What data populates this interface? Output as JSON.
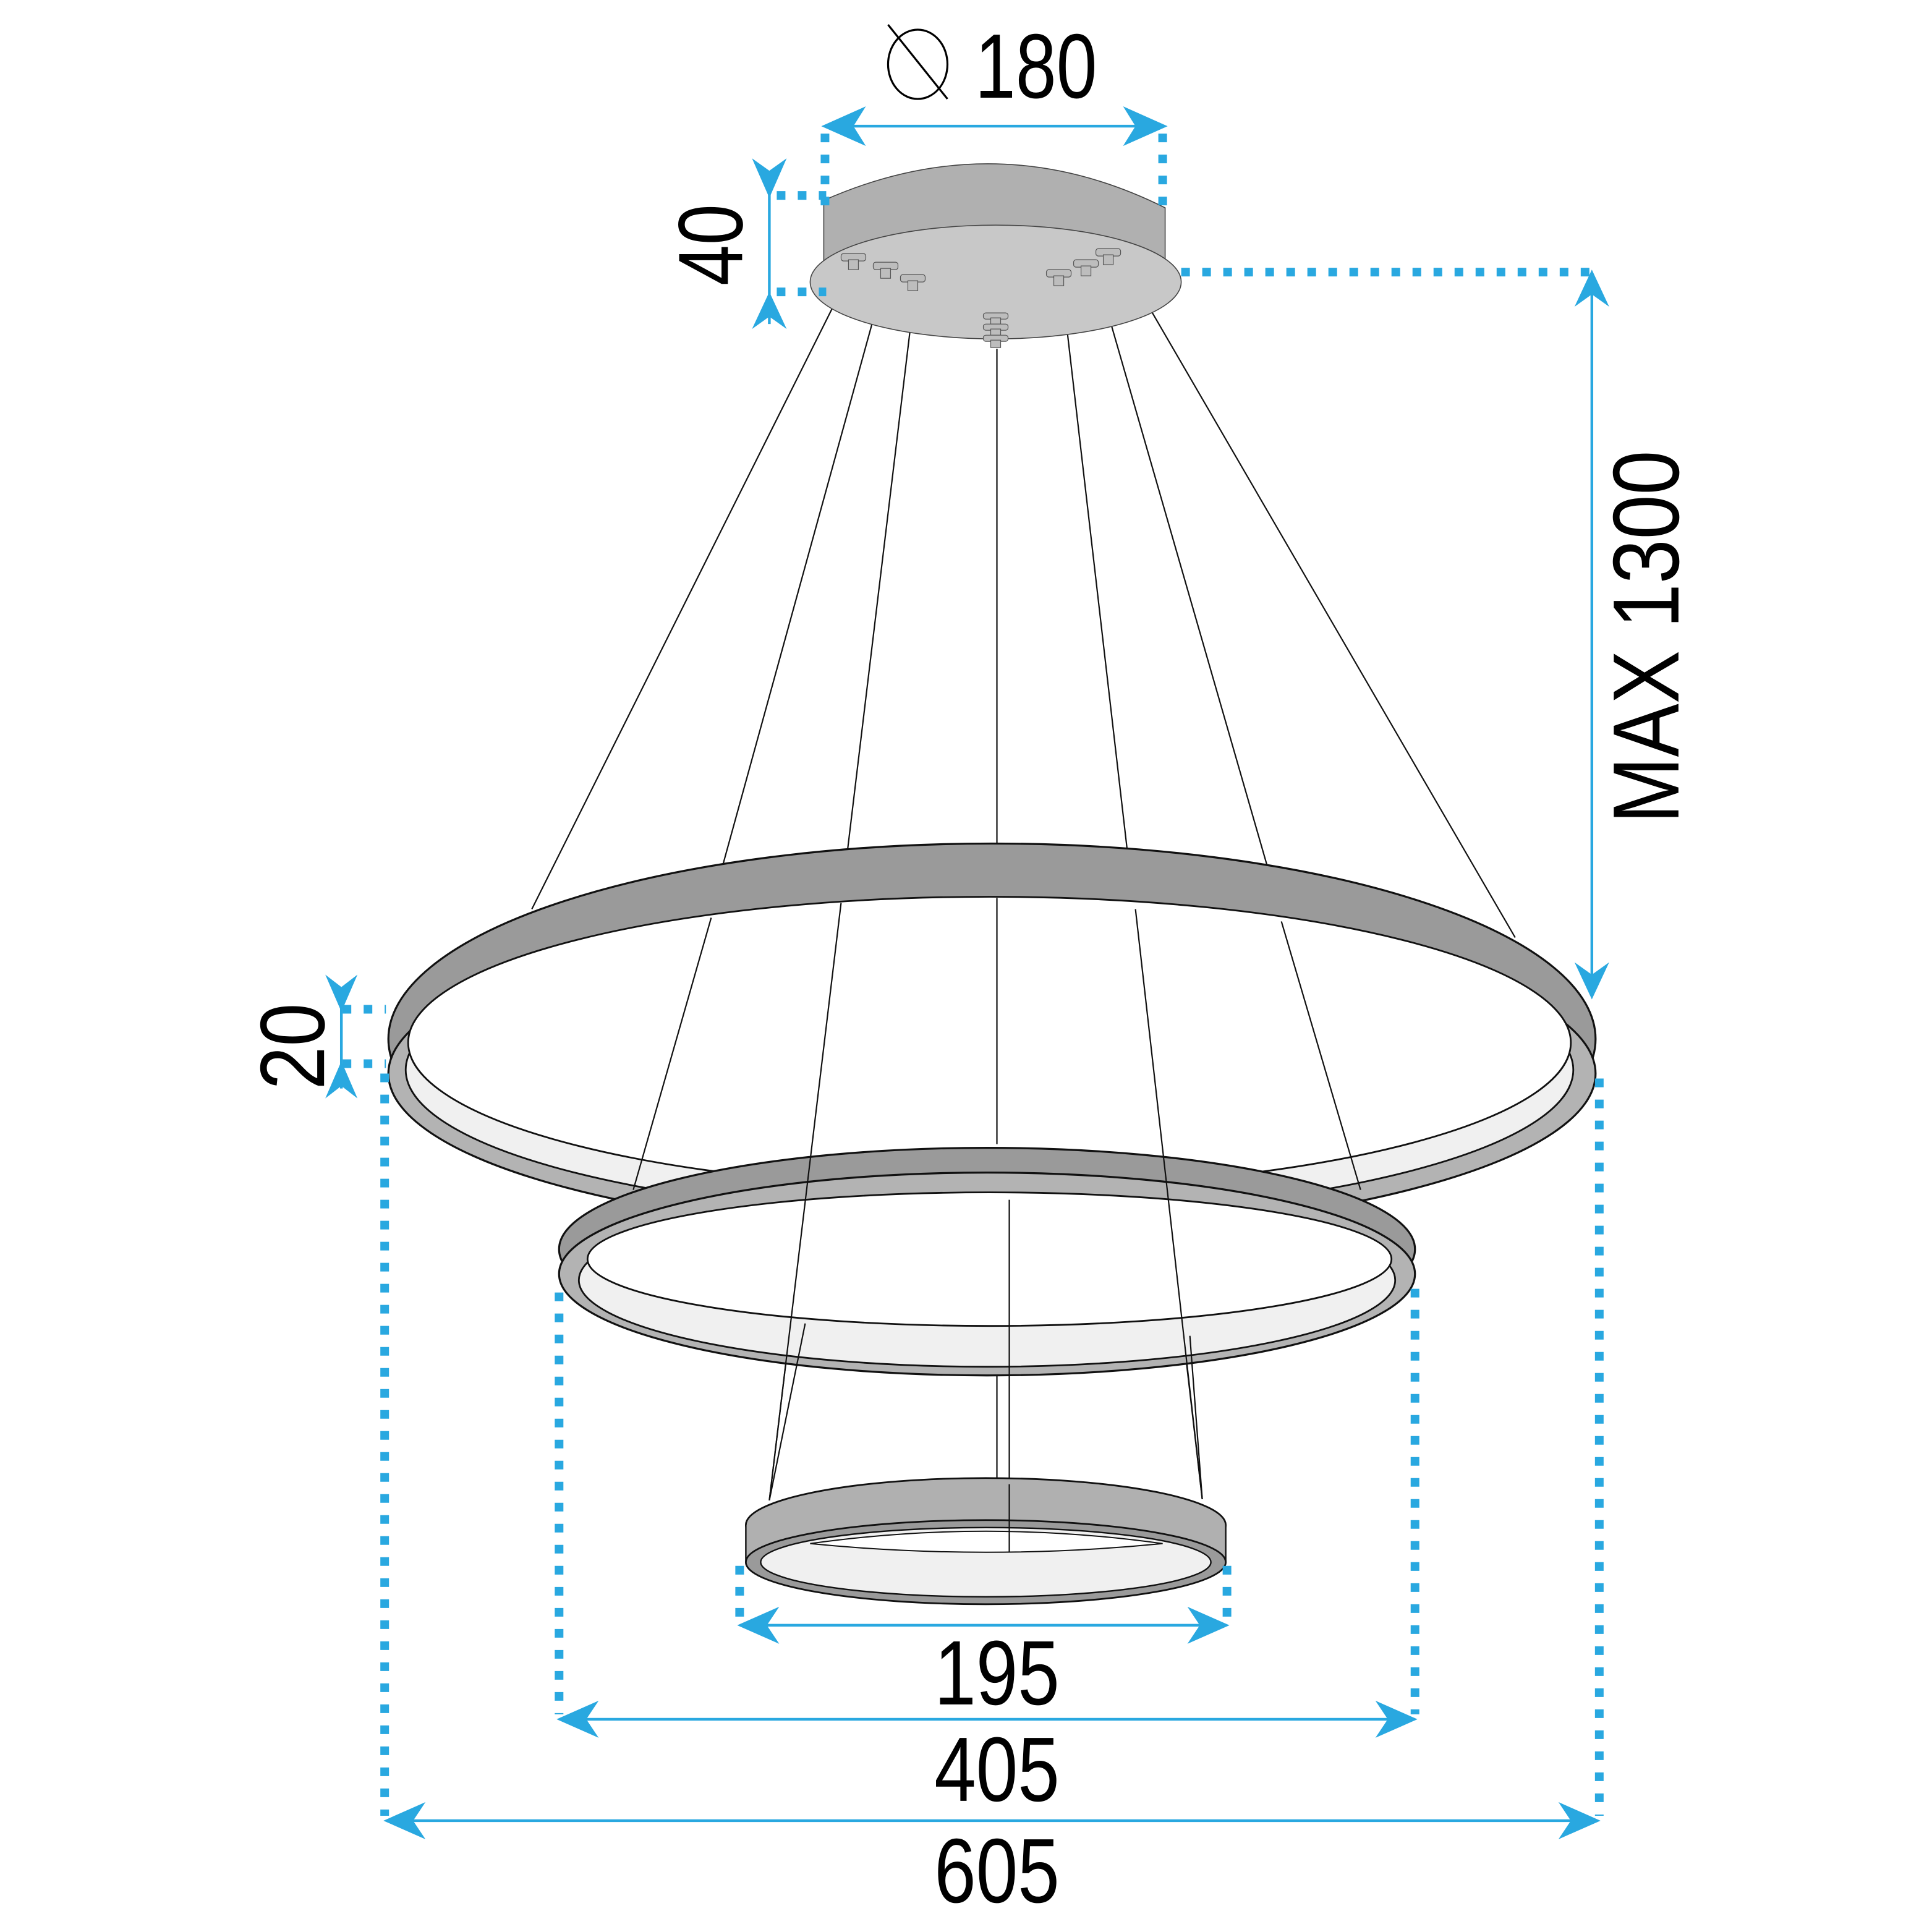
{
  "diagram": {
    "title": "Pendant lamp dimension drawing",
    "units": "mm",
    "colors": {
      "dimension_blue": "#29a8e0",
      "ring_outer": "#9a9a9a",
      "ring_inner": "#b3b3b3",
      "ring_light": "#f0f0f0",
      "canopy_side": "#b0b0b0",
      "canopy_bottom": "#c8c8c8"
    },
    "labels": {
      "canopy_diameter": "180",
      "canopy_diameter_symbol": "⌀",
      "canopy_height": "40",
      "max_height": "MAX 1300",
      "ring_height": "20",
      "small_ring_diameter": "195",
      "medium_ring_diameter": "405",
      "large_ring_diameter": "605"
    },
    "components": {
      "canopy": "ceiling canopy",
      "rings": [
        "large ring",
        "medium ring",
        "small ring"
      ],
      "suspension_wires": 7
    }
  }
}
